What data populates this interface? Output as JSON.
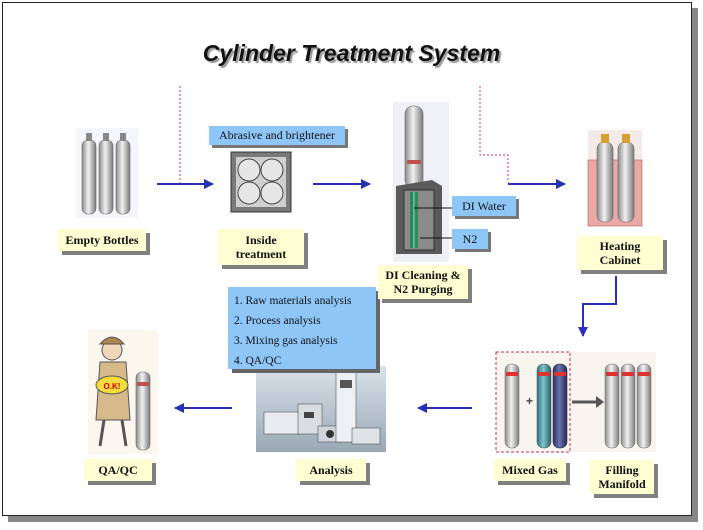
{
  "title": "Cylinder Treatment System",
  "labels": {
    "empty_bottles": "Empty Bottles",
    "inside_treatment": [
      "Inside",
      "treatment"
    ],
    "di_cleaning": [
      "DI Cleaning &",
      "N2 Purging"
    ],
    "heating_cabinet": [
      "Heating",
      "Cabinet"
    ],
    "qa_qc": "QA/QC",
    "analysis": "Analysis",
    "mixed_gas": "Mixed Gas",
    "filling_manifold": [
      "Filling",
      "Manifold"
    ]
  },
  "callouts": {
    "abrasive": "Abrasive and brightener",
    "di_water": "DI Water",
    "n2": "N2"
  },
  "analysis_steps": [
    "1. Raw materials analysis",
    "2. Process analysis",
    "3. Mixing gas analysis",
    "4. QA/QC"
  ],
  "cartoon_text": "O.K!",
  "colors": {
    "arrow": "#2a2fb8",
    "label_fill": "#fefed2",
    "callout_fill": "#8ec6f8",
    "dotted_line": "#d0306a"
  }
}
